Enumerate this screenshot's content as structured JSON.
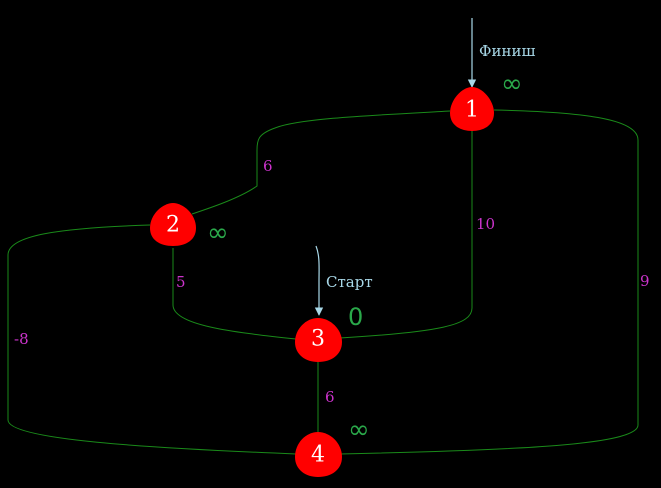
{
  "colors": {
    "background": "#000000",
    "node": "#ff0000",
    "node_text": "#ffffff",
    "edge": "#1a8a1a",
    "weight": "#cc33cc",
    "distance": "#2aa84a",
    "marker": "#a8d8e8"
  },
  "nodes": [
    {
      "id": "1",
      "label": "1",
      "distance": "∞"
    },
    {
      "id": "2",
      "label": "2",
      "distance": "∞"
    },
    {
      "id": "3",
      "label": "3",
      "distance": "0"
    },
    {
      "id": "4",
      "label": "4",
      "distance": "∞"
    }
  ],
  "edges": [
    {
      "from": "1",
      "to": "2",
      "weight": "6"
    },
    {
      "from": "1",
      "to": "3",
      "weight": "10"
    },
    {
      "from": "1",
      "to": "4",
      "weight": "9"
    },
    {
      "from": "2",
      "to": "3",
      "weight": "5"
    },
    {
      "from": "2",
      "to": "4",
      "weight": "-8"
    },
    {
      "from": "3",
      "to": "4",
      "weight": "6"
    }
  ],
  "markers": {
    "finish": {
      "label": "Финиш",
      "node": "1"
    },
    "start": {
      "label": "Старт",
      "node": "3"
    }
  }
}
